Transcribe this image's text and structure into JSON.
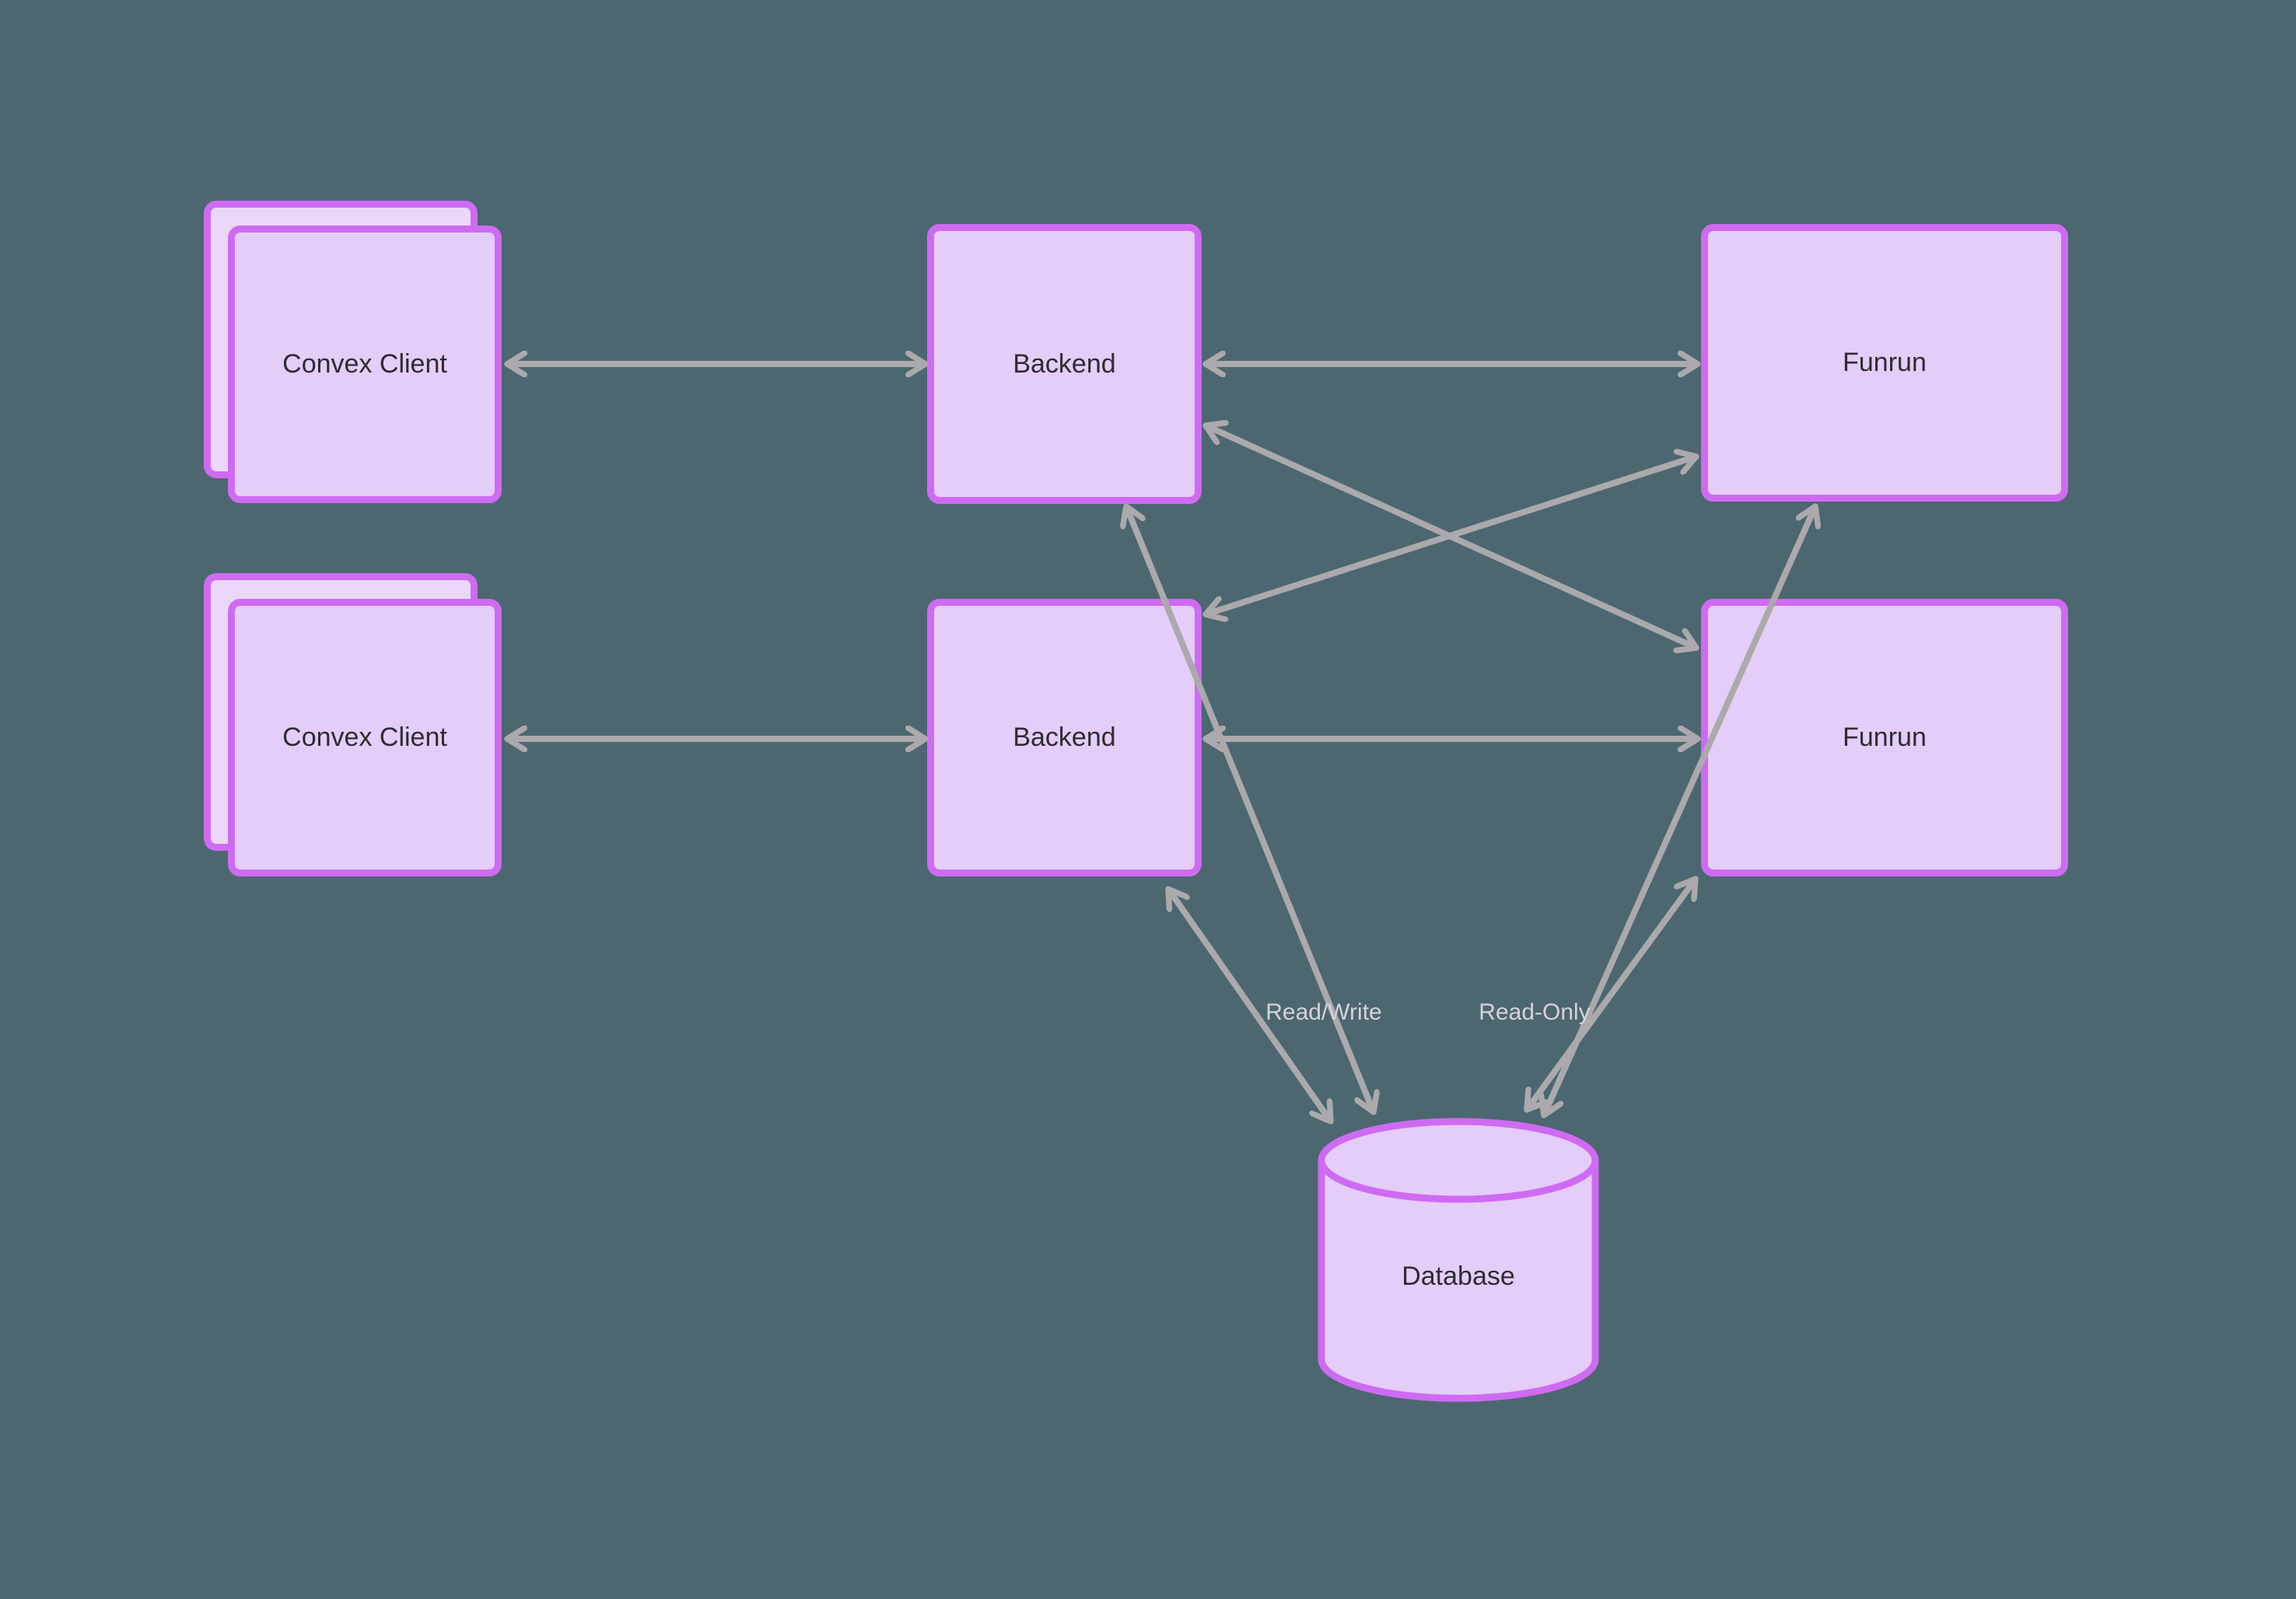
{
  "diagram": {
    "colors": {
      "background": "#4C6770",
      "node_fill": "#E4CDF8",
      "node_back_fill": "#EBD7FA",
      "node_border": "#CE6BF2",
      "arrow": "#ABA9AC",
      "node_text": "#2F2B33",
      "edge_label_text": "#D7D1DB"
    },
    "nodes": {
      "convex_client_top": {
        "label": "Convex Client",
        "shape": "stacked-square"
      },
      "convex_client_bottom": {
        "label": "Convex Client",
        "shape": "stacked-square"
      },
      "backend_top": {
        "label": "Backend",
        "shape": "square"
      },
      "backend_bottom": {
        "label": "Backend",
        "shape": "square"
      },
      "funrun_top": {
        "label": "Funrun",
        "shape": "rectangle"
      },
      "funrun_bottom": {
        "label": "Funrun",
        "shape": "rectangle"
      },
      "database": {
        "label": "Database",
        "shape": "cylinder"
      }
    },
    "edge_labels": {
      "read_write": "Read/Write",
      "read_only": "Read-Only"
    },
    "edges": [
      {
        "from": "convex_client_top",
        "to": "backend_top",
        "bidirectional": true,
        "label": ""
      },
      {
        "from": "convex_client_bottom",
        "to": "backend_bottom",
        "bidirectional": true,
        "label": ""
      },
      {
        "from": "backend_top",
        "to": "funrun_top",
        "bidirectional": true,
        "label": ""
      },
      {
        "from": "backend_bottom",
        "to": "funrun_bottom",
        "bidirectional": true,
        "label": ""
      },
      {
        "from": "backend_top",
        "to": "funrun_bottom",
        "bidirectional": true,
        "label": ""
      },
      {
        "from": "backend_bottom",
        "to": "funrun_top",
        "bidirectional": true,
        "label": ""
      },
      {
        "from": "backend_top",
        "to": "database",
        "bidirectional": true,
        "label": "Read/Write"
      },
      {
        "from": "backend_bottom",
        "to": "database",
        "bidirectional": true,
        "label": "Read/Write"
      },
      {
        "from": "funrun_top",
        "to": "database",
        "bidirectional": true,
        "label": "Read-Only"
      },
      {
        "from": "funrun_bottom",
        "to": "database",
        "bidirectional": true,
        "label": "Read-Only"
      }
    ]
  }
}
